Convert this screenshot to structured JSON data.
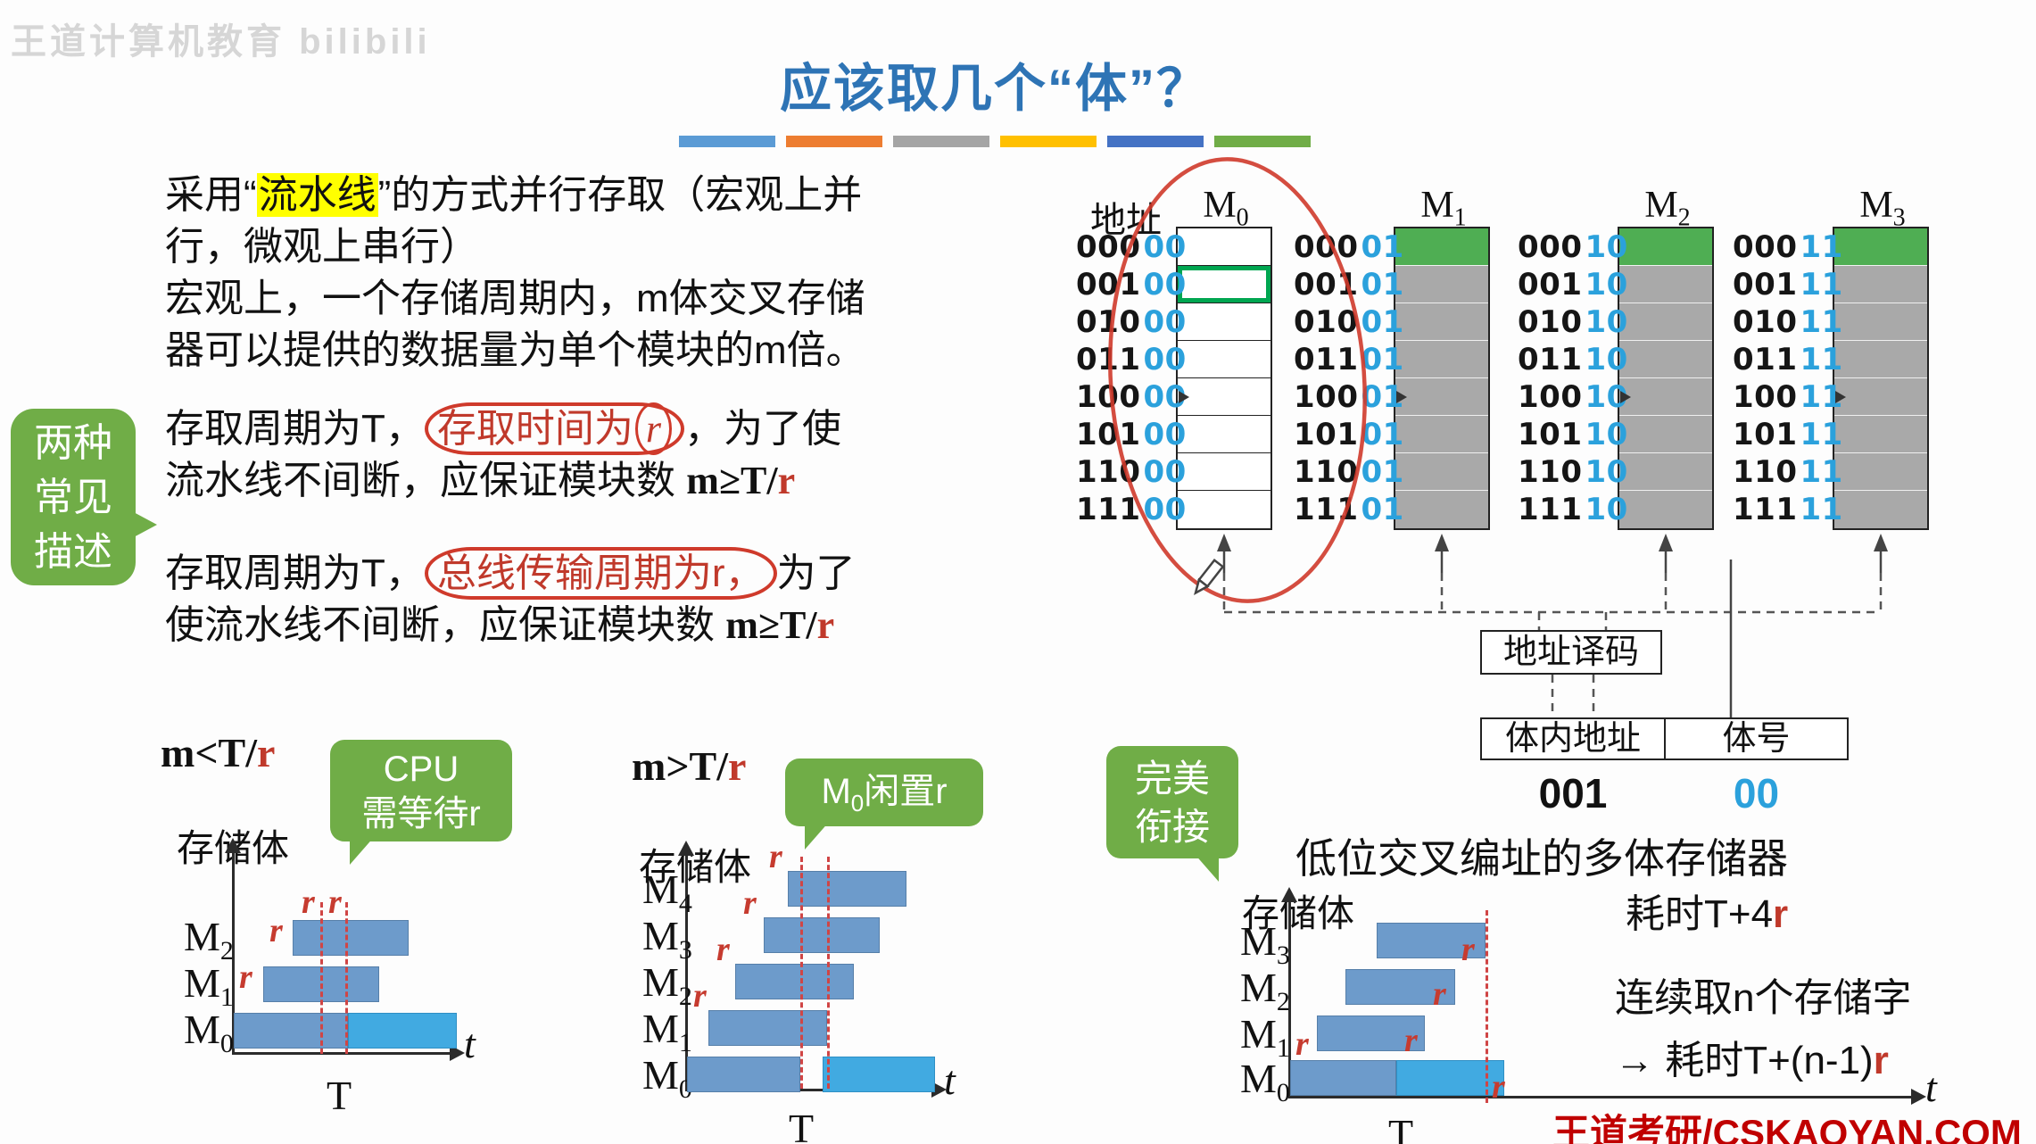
{
  "watermark": "王道计算机教育  bilibili",
  "title": "应该取几个“体”？",
  "divider": [
    "#5b9bd5",
    "#ed7d31",
    "#a5a5a5",
    "#ffc000",
    "#4472c4",
    "#70ad47"
  ],
  "labels": {
    "r": "r",
    "t": "t",
    "T": "T",
    "cunchuti": "存储体"
  },
  "intro": {
    "pre": "采用“",
    "highlight": "流水线",
    "post": "”的方式并行存取（宏观上并行，微观上串行）",
    "line2": "宏观上，一个存储周期内，m体交叉存储器可以提供的数据量为单个模块的m倍。"
  },
  "bubble_desc": {
    "l1": "两种",
    "l2": "常见",
    "l3": "描述"
  },
  "desc1": {
    "pre": "存取周期为T，",
    "circled_a": "存取时间为",
    "circled_r": "r",
    "mid": "，为了使流水线不间断，应保证模块数 ",
    "formula": "m≥T/",
    "r": "r"
  },
  "desc2": {
    "pre": "存取周期为T，",
    "circled": "总线传输周期为r，",
    "mid": "为了使流水线不间断，应保证模块数 ",
    "formula": "m≥T/",
    "r": "r"
  },
  "memory": {
    "addr_header": "地址",
    "row_prefixes": [
      "000",
      "001",
      "010",
      "011",
      "100",
      "101",
      "110",
      "111"
    ],
    "arrow_row": 4,
    "banks": [
      {
        "name": "M",
        "sub": "0",
        "suffix": "00"
      },
      {
        "name": "M",
        "sub": "1",
        "suffix": "01"
      },
      {
        "name": "M",
        "sub": "2",
        "suffix": "10"
      },
      {
        "name": "M",
        "sub": "3",
        "suffix": "11"
      }
    ],
    "decoder": "地址译码",
    "intra_label": "体内地址",
    "bankno_label": "体号",
    "intra_value": "001",
    "bankno_value": "00",
    "caption": "低位交叉编址的多体存储器"
  },
  "chart1": {
    "cond_pre": "m<T/",
    "cond_r": "r",
    "bubble_l1": "CPU",
    "bubble_l2": "需等待r",
    "rows": [
      {
        "name": "M",
        "sub": "2"
      },
      {
        "name": "M",
        "sub": "1"
      },
      {
        "name": "M",
        "sub": "0"
      }
    ]
  },
  "chart2": {
    "cond_pre": "m>T/",
    "cond_r": "r",
    "bubble_name": "M",
    "bubble_sub": "0",
    "bubble_rest": "闲置r",
    "rows": [
      {
        "name": "M",
        "sub": "4"
      },
      {
        "name": "M",
        "sub": "3"
      },
      {
        "name": "M",
        "sub": "2"
      },
      {
        "name": "M",
        "sub": "1"
      },
      {
        "name": "M",
        "sub": "0"
      }
    ]
  },
  "chart3": {
    "bubble_l1": "完美",
    "bubble_l2": "衔接",
    "rows": [
      {
        "name": "M",
        "sub": "3"
      },
      {
        "name": "M",
        "sub": "2"
      },
      {
        "name": "M",
        "sub": "1"
      },
      {
        "name": "M",
        "sub": "0"
      }
    ],
    "note1_pre": "耗时T+4",
    "note2": "连续取n个存储字",
    "note3_pre": "→ 耗时T+(n-1)"
  },
  "footer": "王道考研/CSKAOYAN.COM",
  "chart_data": [
    {
      "type": "timing",
      "title": "m<T/r",
      "ylabel": "存储体",
      "xlabel": "t",
      "banks": [
        "M2",
        "M1",
        "M0"
      ],
      "annotation": "CPU需等待r",
      "stagger": "r",
      "access_period": "T"
    },
    {
      "type": "timing",
      "title": "m>T/r",
      "ylabel": "存储体",
      "xlabel": "t",
      "banks": [
        "M4",
        "M3",
        "M2",
        "M1",
        "M0"
      ],
      "annotation": "M0闲置r",
      "stagger": "r",
      "access_period": "T"
    },
    {
      "type": "timing",
      "title": "完美衔接",
      "ylabel": "存储体",
      "xlabel": "t",
      "banks": [
        "M3",
        "M2",
        "M1",
        "M0"
      ],
      "annotations": [
        "耗时T+4r",
        "连续取n个存储字 → 耗时T+(n-1)r"
      ],
      "stagger": "r",
      "access_period": "T"
    }
  ]
}
